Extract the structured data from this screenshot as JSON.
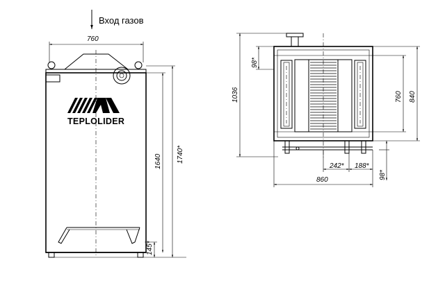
{
  "header": {
    "gas_inlet_label": "Вход газов"
  },
  "front_view": {
    "brand_name": "TEPLOLIDER",
    "dims": {
      "width": "760",
      "height_body": "1640",
      "height_total": "1740*",
      "foot_height": "145*"
    }
  },
  "plan_view": {
    "dims": {
      "depth_total": "1036",
      "top_offset": "98*",
      "inner_height": "760",
      "outer_height": "840",
      "bottom_a": "242*",
      "bottom_b": "188*",
      "bottom_offset": "98*",
      "width_total": "860"
    }
  }
}
